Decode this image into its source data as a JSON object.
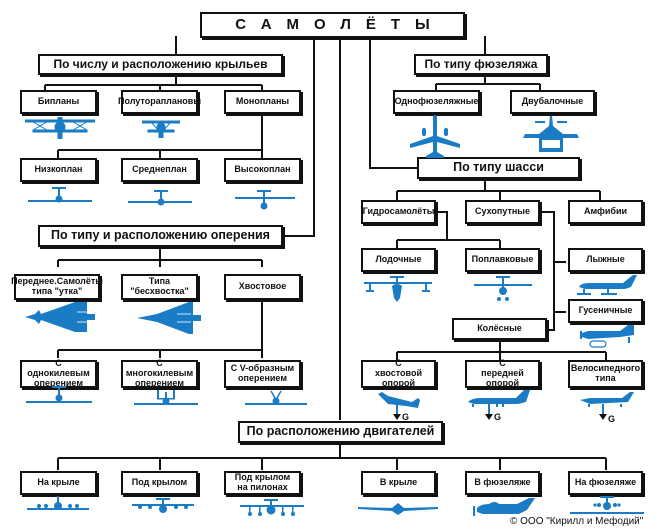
{
  "title": "САМОЛЁТЫ",
  "accent_color": "#1a7cc4",
  "categories": {
    "wings": {
      "label": "По числу и расположению крыльев",
      "items": [
        {
          "label": "Бипланы",
          "icon": "biplane-icon"
        },
        {
          "label": "Полутораплановы",
          "icon": "sesquiplane-icon"
        },
        {
          "label": "Монопланы",
          "icon": ""
        }
      ],
      "monoplane_types": [
        {
          "label": "Низкоплан",
          "icon": "low-wing-icon"
        },
        {
          "label": "Среднеплан",
          "icon": "mid-wing-icon"
        },
        {
          "label": "Высокоплан",
          "icon": "high-wing-icon"
        }
      ]
    },
    "fuselage": {
      "label": "По типу фюзеляжа",
      "items": [
        {
          "label": "Однофюзеляжные",
          "icon": "single-fuselage-icon"
        },
        {
          "label": "Двубалочные",
          "icon": "twin-boom-icon"
        }
      ]
    },
    "landing_gear": {
      "label": "По типу шасси",
      "items": [
        {
          "label": "Гидросамолёты"
        },
        {
          "label": "Сухопутные"
        },
        {
          "label": "Амфибии"
        }
      ],
      "seaplane_types": [
        {
          "label": "Лодочные",
          "icon": "flying-boat-icon"
        },
        {
          "label": "Поплавковые",
          "icon": "float-plane-icon"
        }
      ],
      "land_types": [
        {
          "label": "Лыжные",
          "icon": "ski-plane-icon"
        },
        {
          "label": "Гусеничные",
          "icon": "tracked-plane-icon"
        },
        {
          "label": "Колёсные"
        }
      ],
      "wheel_types": [
        {
          "label": "С хвостовой опорой",
          "icon": "tail-wheel-icon",
          "force": "G"
        },
        {
          "label": "С передней опорой",
          "icon": "nose-wheel-icon",
          "force": "G"
        },
        {
          "label": "Велосипедного типа",
          "icon": "bicycle-gear-icon",
          "force": "G"
        }
      ]
    },
    "tail": {
      "label": "По типу и расположению оперения",
      "items": [
        {
          "label": "Переднее.Самолёты типа \"утка\"",
          "icon": "canard-icon"
        },
        {
          "label": "Типа \"бесхвостка\"",
          "icon": "tailless-icon"
        },
        {
          "label": "Хвостовое"
        }
      ],
      "tail_types": [
        {
          "label": "С однокилевым оперением",
          "icon": "single-fin-icon"
        },
        {
          "label": "С многокилевым оперением",
          "icon": "multi-fin-icon"
        },
        {
          "label": "С V-образным оперением",
          "icon": "v-tail-icon"
        }
      ]
    },
    "engines": {
      "label": "По расположению двигателей",
      "items": [
        {
          "label": "На крыле",
          "icon": "engine-on-wing-icon"
        },
        {
          "label": "Под крылом",
          "icon": "engine-under-wing-icon"
        },
        {
          "label": "Под крылом на пилонах",
          "icon": "engine-pylon-icon"
        },
        {
          "label": "В крыле",
          "icon": "engine-in-wing-icon"
        },
        {
          "label": "В фюзеляже",
          "icon": "engine-in-fuselage-icon"
        },
        {
          "label": "На фюзеляже",
          "icon": "engine-on-fuselage-icon"
        }
      ]
    }
  },
  "copyright": "© ООО \"Кирилл и Мефодий\""
}
